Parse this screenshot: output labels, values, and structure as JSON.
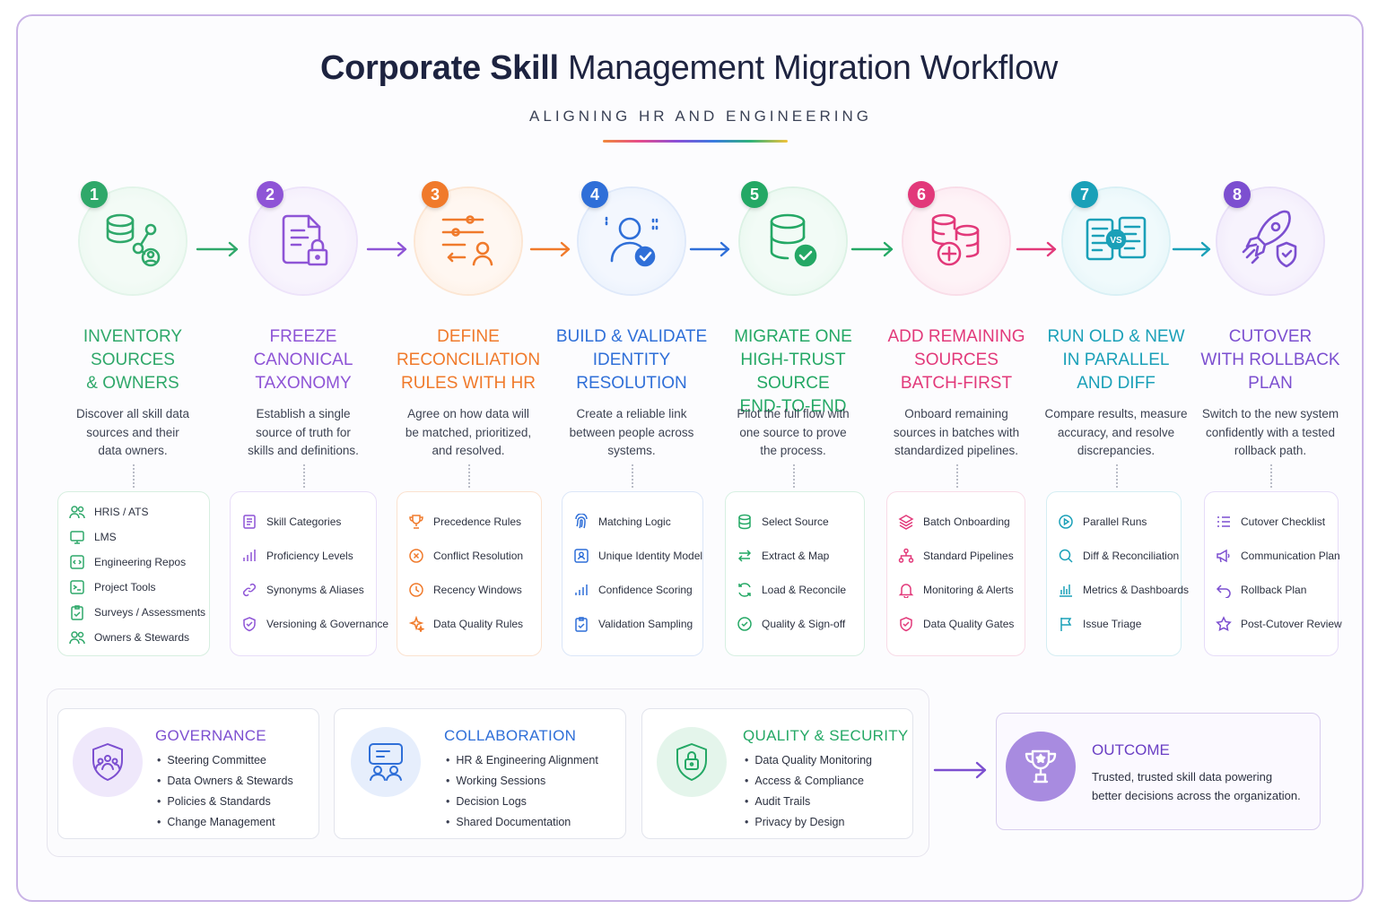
{
  "header": {
    "title_bold": "Corporate Skill",
    "title_rest": " Management Migration Workflow",
    "subtitle": "ALIGNING HR AND ENGINEERING"
  },
  "steps": [
    {
      "number": "1",
      "color": "#2fa86a",
      "title": [
        "INVENTORY",
        "SOURCES",
        "& OWNERS"
      ],
      "desc": [
        "Discover all skill data",
        "sources and their",
        "data owners."
      ],
      "items": [
        "HRIS / ATS",
        "LMS",
        "Engineering Repos",
        "Project Tools",
        "Surveys / Assessments",
        "Owners & Stewards"
      ]
    },
    {
      "number": "2",
      "color": "#8e54d6",
      "title": [
        "FREEZE",
        "CANONICAL",
        "TAXONOMY"
      ],
      "desc": [
        "Establish a single",
        "source of truth for",
        "skills and definitions."
      ],
      "items": [
        "Skill Categories",
        "Proficiency Levels",
        "Synonyms & Aliases",
        "Versioning & Governance"
      ]
    },
    {
      "number": "3",
      "color": "#f07a2b",
      "title": [
        "DEFINE",
        "RECONCILIATION",
        "RULES WITH HR"
      ],
      "desc": [
        "Agree on how data will",
        "be matched, prioritized,",
        "and resolved."
      ],
      "items": [
        "Precedence Rules",
        "Conflict Resolution",
        "Recency Windows",
        "Data Quality Rules"
      ]
    },
    {
      "number": "4",
      "color": "#2f6fd8",
      "title": [
        "BUILD & VALIDATE",
        "IDENTITY",
        "RESOLUTION"
      ],
      "desc": [
        "Create a reliable link",
        "between people across",
        "systems."
      ],
      "items": [
        "Matching Logic",
        "Unique Identity Model",
        "Confidence Scoring",
        "Validation Sampling"
      ]
    },
    {
      "number": "5",
      "color": "#24a865",
      "title": [
        "MIGRATE ONE",
        "HIGH-TRUST SOURCE",
        "END-TO-END"
      ],
      "desc": [
        "Pilot the full flow with",
        "one source to prove",
        "the process."
      ],
      "items": [
        "Select Source",
        "Extract & Map",
        "Load & Reconcile",
        "Quality & Sign-off"
      ]
    },
    {
      "number": "6",
      "color": "#e2397a",
      "title": [
        "ADD REMAINING",
        "SOURCES",
        "BATCH-FIRST"
      ],
      "desc": [
        "Onboard remaining",
        "sources in batches with",
        "standardized pipelines."
      ],
      "items": [
        "Batch Onboarding",
        "Standard Pipelines",
        "Monitoring & Alerts",
        "Data Quality Gates"
      ]
    },
    {
      "number": "7",
      "color": "#1aa0b8",
      "title": [
        "RUN OLD & NEW",
        "IN PARALLEL",
        "AND DIFF"
      ],
      "desc": [
        "Compare results, measure",
        "accuracy, and resolve",
        "discrepancies."
      ],
      "items": [
        "Parallel Runs",
        "Diff & Reconciliation",
        "Metrics & Dashboards",
        "Issue Triage"
      ]
    },
    {
      "number": "8",
      "color": "#7c4fd0",
      "title": [
        "CUTOVER",
        "WITH ROLLBACK",
        "PLAN"
      ],
      "desc": [
        "Switch to the new system",
        "confidently with a tested",
        "rollback path."
      ],
      "items": [
        "Cutover Checklist",
        "Communication Plan",
        "Rollback Plan",
        "Post-Cutover Review"
      ]
    }
  ],
  "pillars": [
    {
      "title": "GOVERNANCE",
      "color": "#7c4fd0",
      "items": [
        "Steering Committee",
        "Data Owners & Stewards",
        "Policies & Standards",
        "Change Management"
      ]
    },
    {
      "title": "COLLABORATION",
      "color": "#2f6fd8",
      "items": [
        "HR & Engineering Alignment",
        "Working Sessions",
        "Decision Logs",
        "Shared Documentation"
      ]
    },
    {
      "title": "QUALITY & SECURITY",
      "color": "#24a865",
      "items": [
        "Data Quality Monitoring",
        "Access & Compliance",
        "Audit Trails",
        "Privacy by Design"
      ]
    }
  ],
  "outcome": {
    "title": "OUTCOME",
    "lines": [
      "Trusted, trusted skill data powering",
      "better decisions across the organization."
    ],
    "color": "#6a3fc4"
  },
  "icons": {
    "steps": [
      "database-people-icon",
      "document-lock-icon",
      "sliders-person-icon",
      "person-check-icon",
      "database-check-icon",
      "databases-plus-icon",
      "compare-vs-icon",
      "rocket-shield-icon"
    ],
    "pillars": [
      "shield-people-icon",
      "chat-people-icon",
      "shield-lock-icon"
    ],
    "outcome": "trophy-icon"
  }
}
